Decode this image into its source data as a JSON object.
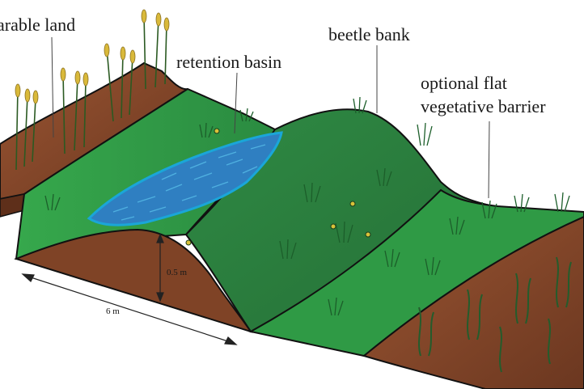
{
  "labels": {
    "arable_land": "arable land",
    "retention_basin": "retention basin",
    "beetle_bank": "beetle bank",
    "vegetative_barrier_line1": "optional flat",
    "vegetative_barrier_line2": "vegetative barrier"
  },
  "dimensions": {
    "height": "0.5 m",
    "length": "6 m"
  },
  "colors": {
    "soil": "#8b4a2b",
    "soil_dark": "#5e2f1a",
    "grass": "#2f9a45",
    "grass_dark": "#1f6b30",
    "bank": "#2c8540",
    "water": "#2f7fc1",
    "water_edge": "#1aa6d8",
    "wheat": "#d9b93a",
    "outline": "#111111"
  },
  "icons": [
    "wheat-plant",
    "weed-plant",
    "beetle-flower"
  ]
}
